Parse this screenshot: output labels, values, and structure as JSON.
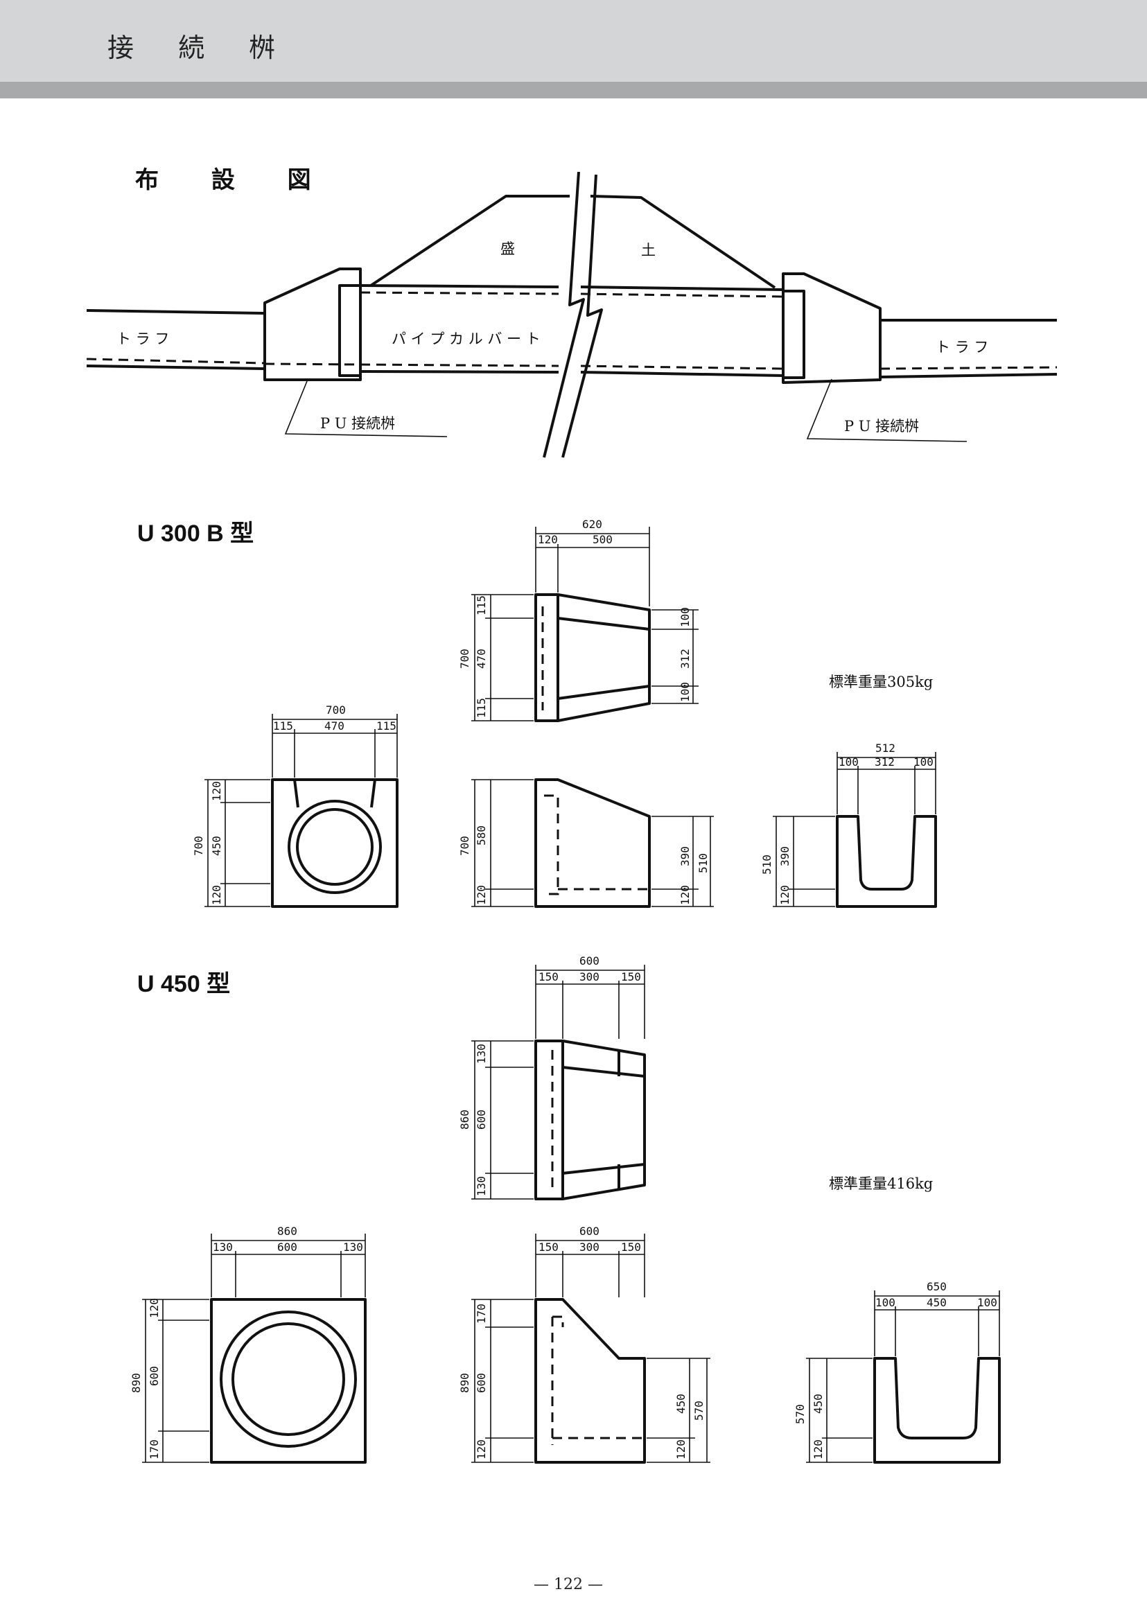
{
  "header": {
    "title": "接 続 桝"
  },
  "sections": {
    "layout_title": "布 設 図",
    "u300_title": "U 300 B 型",
    "u450_title": "U 450 型"
  },
  "layout_diagram": {
    "embankment_left": "盛",
    "embankment_right": "土",
    "trough_left": "ト ラ フ",
    "trough_right": "ト ラ フ",
    "culvert": "パ イ プ カ ル バ ー ト",
    "pu_left": "P U 接続桝",
    "pu_right": "P U 接続桝"
  },
  "u300": {
    "weight": "標準重量305kg",
    "front": {
      "overall_w": "700",
      "w_parts": [
        "115",
        "470",
        "115"
      ],
      "overall_h": "700",
      "h_parts": [
        "120",
        "450",
        "120"
      ]
    },
    "top": {
      "overall_w": "620",
      "w_parts": [
        "120",
        "500"
      ],
      "overall_h": "700",
      "h_parts": [
        "115",
        "470",
        "115"
      ],
      "right_parts": [
        "100",
        "312",
        "100"
      ]
    },
    "side": {
      "overall_h": "700",
      "h_parts": [
        "580",
        "120"
      ],
      "right_h": [
        "390",
        "510",
        "120"
      ]
    },
    "end": {
      "overall_w": "512",
      "w_parts": [
        "100",
        "312",
        "100"
      ],
      "h_parts": [
        "510",
        "390",
        "120"
      ]
    }
  },
  "u450": {
    "weight": "標準重量416kg",
    "front": {
      "overall_w": "860",
      "w_parts": [
        "130",
        "600",
        "130"
      ],
      "overall_h": "890",
      "h_parts": [
        "120",
        "600",
        "170"
      ]
    },
    "top": {
      "overall_w": "600",
      "w_parts": [
        "150",
        "300",
        "150"
      ],
      "overall_h": "860",
      "h_parts": [
        "130",
        "600",
        "130"
      ]
    },
    "side": {
      "overall_w": "600",
      "w_parts": [
        "150",
        "300",
        "150"
      ],
      "overall_h": "890",
      "h_parts": [
        "170",
        "600",
        "120"
      ],
      "right_h": [
        "450",
        "570",
        "120"
      ]
    },
    "end": {
      "overall_w": "650",
      "w_parts": [
        "100",
        "450",
        "100"
      ],
      "h_parts": [
        "570",
        "450",
        "120"
      ]
    }
  },
  "footer": {
    "page_number": "— 122 —"
  }
}
